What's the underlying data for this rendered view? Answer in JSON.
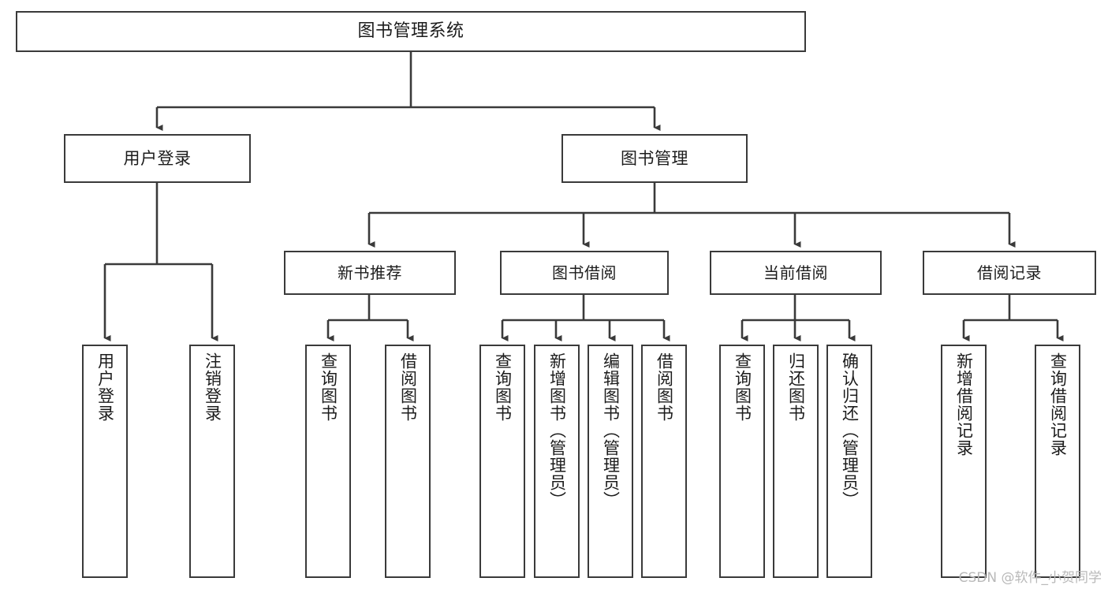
{
  "diagram": {
    "title": "图书管理系统",
    "type": "tree",
    "line_color": "#3a3a3a",
    "box_fill": "#ffffff",
    "text_color": "#1c1c1c"
  },
  "root": {
    "label": "图书管理系统"
  },
  "level1": [
    {
      "label": "用户登录"
    },
    {
      "label": "图书管理"
    }
  ],
  "level2": [
    {
      "label": "新书推荐"
    },
    {
      "label": "图书借阅"
    },
    {
      "label": "当前借阅"
    },
    {
      "label": "借阅记录"
    }
  ],
  "leaves": {
    "user_login": [
      {
        "label": "用户登录"
      },
      {
        "label": "注销登录"
      }
    ],
    "new_book": [
      {
        "label": "查询图书"
      },
      {
        "label": "借阅图书"
      }
    ],
    "borrow_book": [
      {
        "label": "查询图书"
      },
      {
        "label": "新增图书（管理员）"
      },
      {
        "label": "编辑图书（管理员）"
      },
      {
        "label": "借阅图书"
      }
    ],
    "current_borrow": [
      {
        "label": "查询图书"
      },
      {
        "label": "归还图书"
      },
      {
        "label": "确认归还（管理员）"
      }
    ],
    "borrow_record": [
      {
        "label": "新增借阅记录"
      },
      {
        "label": "查询借阅记录"
      }
    ]
  },
  "watermark": {
    "text": "CSDN @软件_小贺同学"
  }
}
